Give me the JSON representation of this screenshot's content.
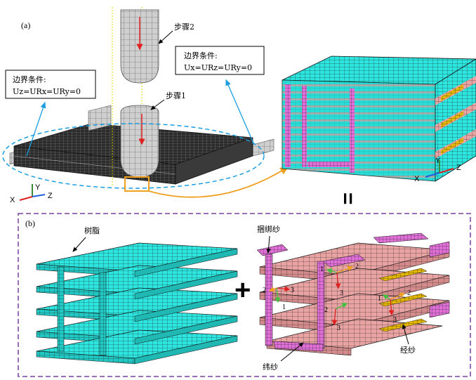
{
  "panel_a": {
    "label": "(a)",
    "step2": "步骤2",
    "step1": "步骤1",
    "bc_right_title": "边界条件:",
    "bc_right_eq": "Ux=URz=URy=0",
    "bc_left_title": "边界条件:",
    "bc_left_eq": "Uz=URx=URy=0",
    "axes_left": {
      "x": "X",
      "y": "Y",
      "z": "Z"
    },
    "axes_right": {
      "x": "X",
      "y": "Y",
      "z": "Z"
    },
    "equals": "="
  },
  "panel_b": {
    "label": "(b)",
    "resin": "树脂",
    "binder": "捆绑纱",
    "weft": "纬纱",
    "warp": "经纱",
    "plus": "+",
    "dir_labels": [
      "1",
      "2",
      "3",
      "2",
      "3",
      "1",
      "2",
      "3",
      "1",
      "2",
      "3"
    ]
  },
  "colors": {
    "resin": "#2ee6e0",
    "weft": "#e9a3a3",
    "binder": "#e070d8",
    "warp": "#e6b800",
    "mesh": "#222222",
    "leader": "#1a9ee0",
    "arrow_orange": "#f0a020",
    "frame": "#7a3fa0",
    "red": "#e02020",
    "green": "#40c040"
  }
}
